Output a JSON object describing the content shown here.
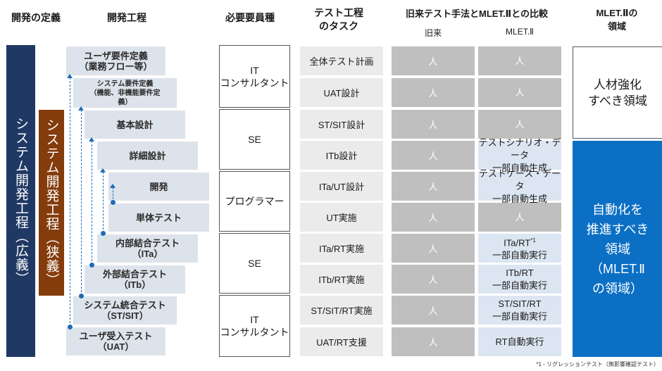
{
  "headers": {
    "definition": "開発の定義",
    "process": "開発工程",
    "roles": "必要要員種",
    "task_line1": "テスト工程",
    "task_line2": "のタスク",
    "compare": "旧来テスト手法とMLET.Ⅱとの比較",
    "old": "旧来",
    "new": "MLET.Ⅱ",
    "domain_line1": "MLET.Ⅱの",
    "domain_line2": "領域"
  },
  "definition_bars": {
    "broad": "システム開発工程（広義）",
    "narrow": "システム開発工程（狭義）"
  },
  "process_steps": [
    {
      "line1": "ユーザ要件定義",
      "line2": "（業務フロー等）"
    },
    {
      "line1": "システム要件定義",
      "line2": "（機能、非機能要件定",
      "line3": "義）"
    },
    {
      "line1": "基本設計",
      "line2": ""
    },
    {
      "line1": "詳細設計",
      "line2": ""
    },
    {
      "line1": "開発",
      "line2": ""
    },
    {
      "line1": "単体テスト",
      "line2": ""
    },
    {
      "line1": "内部結合テスト",
      "line2": "（ITa）"
    },
    {
      "line1": "外部結合テスト",
      "line2": "（ITb）"
    },
    {
      "line1": "システム統合テスト",
      "line2": "（ST/SIT）"
    },
    {
      "line1": "ユーザ受入テスト",
      "line2": "（UAT）"
    }
  ],
  "roles": [
    {
      "line1": "IT",
      "line2": "コンサルタント"
    },
    {
      "line1": "SE",
      "line2": ""
    },
    {
      "line1": "プログラマー",
      "line2": ""
    },
    {
      "line1": "SE",
      "line2": ""
    },
    {
      "line1": "IT",
      "line2": "コンサルタント"
    }
  ],
  "rows": [
    {
      "task": "全体テスト計画",
      "old": "人",
      "new1": "人",
      "new2": ""
    },
    {
      "task": "UAT設計",
      "old": "人",
      "new1": "人",
      "new2": ""
    },
    {
      "task": "ST/SIT設計",
      "old": "人",
      "new1": "人",
      "new2": ""
    },
    {
      "task": "ITb設計",
      "old": "人",
      "new1": "テストシナリオ・データ",
      "new2": "一部自動生成"
    },
    {
      "task": "ITa/UT設計",
      "old": "人",
      "new1": "テストケース・データ",
      "new2": "一部自動生成"
    },
    {
      "task": "UT実施",
      "old": "人",
      "new1": "人",
      "new2": ""
    },
    {
      "task": "ITa/RT実施",
      "old": "人",
      "new1": "ITa/RT*1",
      "new2": "一部自動実行"
    },
    {
      "task": "ITb/RT実施",
      "old": "人",
      "new1": "ITb/RT",
      "new2": "一部自動実行"
    },
    {
      "task": "ST/SIT/RT実施",
      "old": "人",
      "new1": "ST/SIT/RT",
      "new2": "一部自動実行"
    },
    {
      "task": "UAT/RT支援",
      "old": "人",
      "new1": "RT自動実行",
      "new2": ""
    }
  ],
  "domains": {
    "human_line1": "人材強化",
    "human_line2": "すべき領域",
    "auto_line1": "自動化を",
    "auto_line2": "推進すべき",
    "auto_line3": "領域",
    "auto_line4": "（MLET.Ⅱ",
    "auto_line5": "の領域）"
  },
  "footnote": "*1 - リグレッションテスト（無影響確認テスト）",
  "colors": {
    "navy": "#203864",
    "brown": "#843c0c",
    "blue": "#0b6fc4",
    "arrow": "#1e6bb8"
  }
}
